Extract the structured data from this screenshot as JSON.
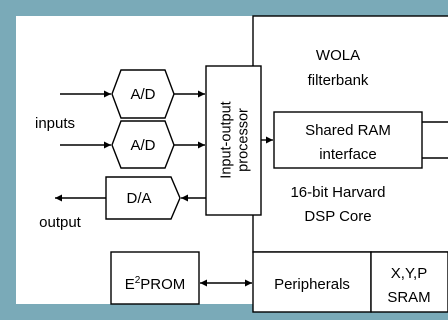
{
  "colors": {
    "frame": "#7aaab8",
    "background": "#ffffff",
    "ink": "#000000"
  },
  "blocks": {
    "wola": {
      "line1": "WOLA",
      "line2": "filterbank"
    },
    "io_processor": {
      "line1": "Input-output",
      "line2": "processor"
    },
    "shared_ram": {
      "line1": "Shared RAM",
      "line2": "interface"
    },
    "dsp_core": {
      "line1": "16-bit Harvard",
      "line2": "DSP Core"
    },
    "adc_top": "A/D",
    "adc_bottom": "A/D",
    "dac": "D/A",
    "eeprom": {
      "prefix": "E",
      "superscript": "2",
      "suffix": "PROM"
    },
    "peripherals": "Peripherals",
    "sram": {
      "line1": "X,Y,P",
      "line2": "SRAM"
    }
  },
  "labels": {
    "inputs": "inputs",
    "output": "output"
  }
}
